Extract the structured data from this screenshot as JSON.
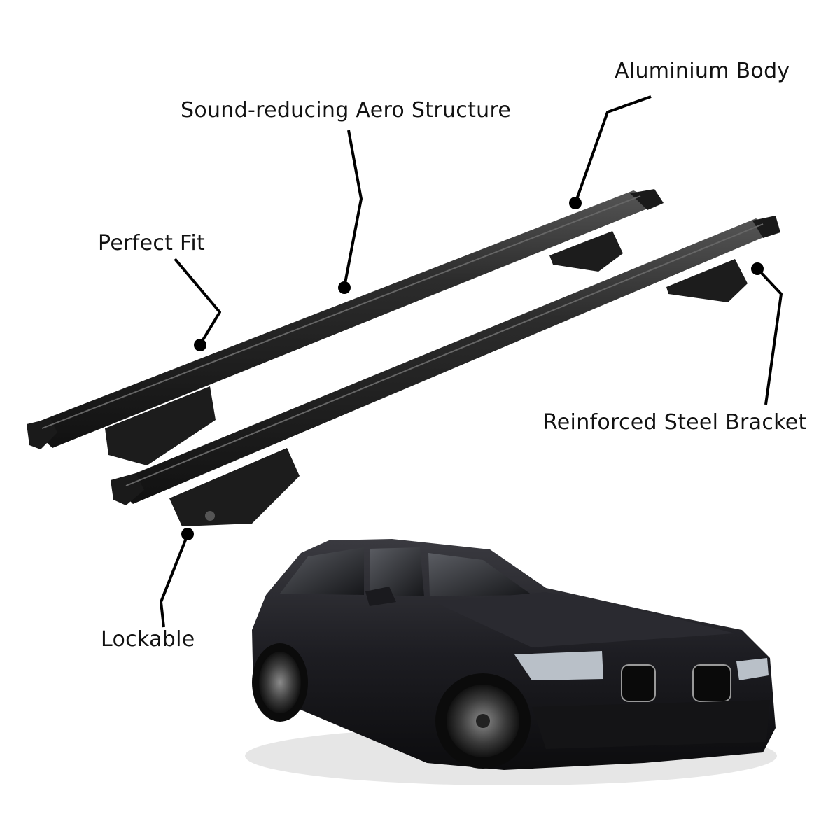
{
  "callouts": {
    "aero_structure": "Sound-reducing Aero Structure",
    "aluminium_body": "Aluminium Body",
    "perfect_fit": "Perfect Fit",
    "steel_bracket": "Reinforced Steel Bracket",
    "lockable": "Lockable"
  },
  "colors": {
    "bar": "#262626",
    "bar_highlight": "#4a4a4a",
    "leader": "#000000",
    "car_body": "#1e1e22",
    "background": "#ffffff"
  },
  "icons": {
    "roof_rack": "roof-rack-crossbars",
    "car": "station-wagon-car"
  }
}
